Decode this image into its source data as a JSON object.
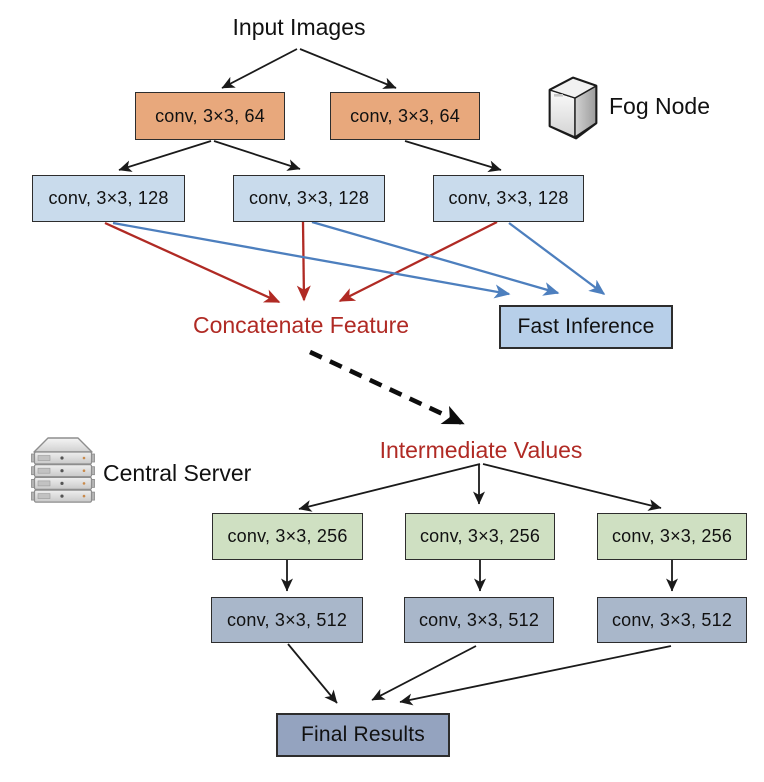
{
  "labels": {
    "input_images": "Input Images",
    "fog_node": "Fog Node",
    "central_server": "Central Server",
    "concatenate_feature": "Concatenate Feature",
    "intermediate_values": "Intermediate Values"
  },
  "boxes": {
    "fog_conv64": [
      {
        "label": "conv, 3×3, 64"
      },
      {
        "label": "conv, 3×3, 64"
      }
    ],
    "fog_conv128": [
      {
        "label": "conv, 3×3, 128"
      },
      {
        "label": "conv, 3×3, 128"
      },
      {
        "label": "conv, 3×3, 128"
      }
    ],
    "fast_inference": {
      "label": "Fast Inference"
    },
    "server_conv256": [
      {
        "label": "conv, 3×3, 256"
      },
      {
        "label": "conv, 3×3, 256"
      },
      {
        "label": "conv, 3×3, 256"
      }
    ],
    "server_conv512": [
      {
        "label": "conv, 3×3, 512"
      },
      {
        "label": "conv, 3×3, 512"
      },
      {
        "label": "conv, 3×3, 512"
      }
    ],
    "final_results": {
      "label": "Final Results"
    }
  },
  "icons": {
    "fog_node": "3d-box-icon",
    "central_server": "server-rack-icon"
  },
  "colors": {
    "conv64_fill": "#e8a87c",
    "conv128_fill": "#c9dbec",
    "conv256_fill": "#cfe0c2",
    "conv512_fill": "#a9b7ca",
    "fast_inference_fill": "#b7cfe9",
    "final_results_fill": "#94a3bf",
    "concat_red": "#b02a24",
    "inference_blue": "#4d7fbe",
    "arrow_black": "#1a1a1a"
  }
}
